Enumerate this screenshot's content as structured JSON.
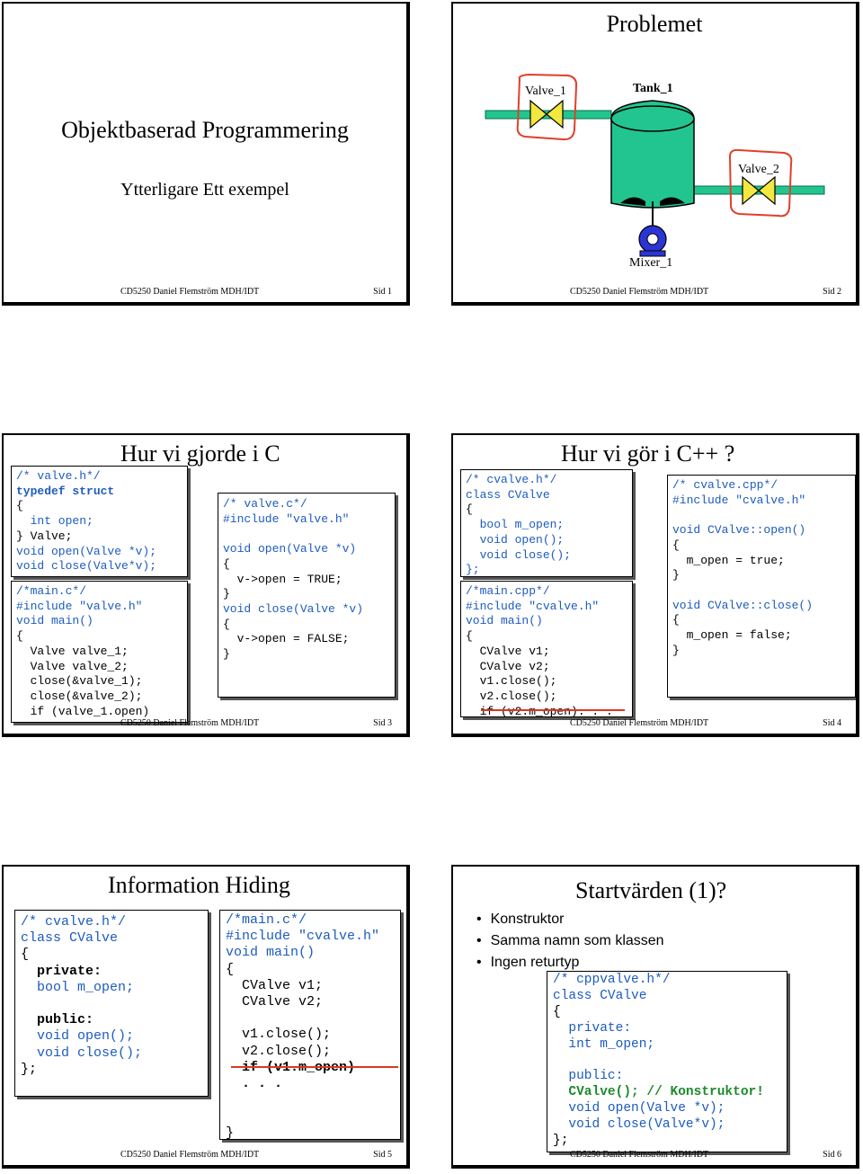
{
  "footer": {
    "left": "CD5250  Daniel Flemström  MDH/IDT",
    "pages": [
      "Sid 1",
      "Sid 2",
      "Sid 3",
      "Sid 4",
      "Sid 5",
      "Sid 6"
    ]
  },
  "slide1": {
    "title": "Objektbaserad Programmering",
    "subtitle": "Ytterligare Ett exempel"
  },
  "slide2": {
    "title": "Problemet",
    "labels": {
      "valve1": "Valve_1",
      "tank1": "Tank_1",
      "valve2": "Valve_2",
      "mixer1": "Mixer_1"
    },
    "colors": {
      "tank": "#22c58f",
      "pipe": "#22c58f",
      "valve": "#f2e840",
      "mixer": "#2b35d6",
      "annotation": "#e0402a"
    }
  },
  "slide3": {
    "title": "Hur vi gjorde i C",
    "note1": [
      "/* valve.h*/",
      "typedef struct",
      "{",
      "  int open;",
      "} Valve;",
      "void open(Valve *v);",
      "void close(Valve*v);"
    ],
    "note2": [
      "/*main.c*/",
      "#include \"valve.h\"",
      "void main()",
      "{",
      "  Valve valve_1;",
      "  Valve valve_2;",
      "  close(&valve_1);",
      "  close(&valve_2);",
      "  if (valve_1.open)"
    ],
    "note3": [
      "/* valve.c*/",
      "#include \"valve.h\"",
      "",
      "void open(Valve *v)",
      "{",
      "  v->open = TRUE;",
      "}",
      "void close(Valve *v)",
      "{",
      "  v->open = FALSE;",
      "}"
    ]
  },
  "slide4": {
    "title": "Hur vi gör i C++ ?",
    "note1": [
      "/* cvalve.h*/",
      "class CValve",
      "{",
      "  bool m_open;",
      "  void open();",
      "  void close();",
      "};"
    ],
    "note2": [
      "/*main.cpp*/",
      "#include \"cvalve.h\"",
      "void main()",
      "{",
      "  CValve v1;",
      "  CValve v2;",
      "  v1.close();",
      "  v2.close();",
      "  if (v2.m_open). . ."
    ],
    "note3": [
      "/* cvalve.cpp*/",
      "#include \"cvalve.h\"",
      "",
      "void CValve::open()",
      "{",
      "  m_open = true;",
      "}",
      "",
      "void CValve::close()",
      "{",
      "  m_open = false;",
      "}"
    ]
  },
  "slide5": {
    "title": "Information Hiding",
    "note1": [
      "/* cvalve.h*/",
      "class CValve",
      "{",
      "  private:",
      "  bool m_open;",
      "",
      "  public:",
      "  void open();",
      "  void close();",
      "};"
    ],
    "note2": [
      "/*main.c*/",
      "#include \"cvalve.h\"",
      "void main()",
      "{",
      "  CValve v1;",
      "  CValve v2;",
      "",
      "  v1.close();",
      "  v2.close();",
      "  if (v1.m_open)",
      "  . . .",
      "",
      "",
      "}"
    ]
  },
  "slide6": {
    "title": "Startvärden (1)?",
    "bullets": [
      "Konstruktor",
      "Samma namn som klassen",
      "Ingen returtyp"
    ],
    "note1": [
      "/* cppvalve.h*/",
      "class CValve",
      "{",
      "  private:",
      "  int m_open;",
      "",
      "  public:",
      "  CValve(); // Konstruktor!",
      "  void open(Valve *v);",
      "  void close(Valve*v);",
      "};"
    ]
  }
}
